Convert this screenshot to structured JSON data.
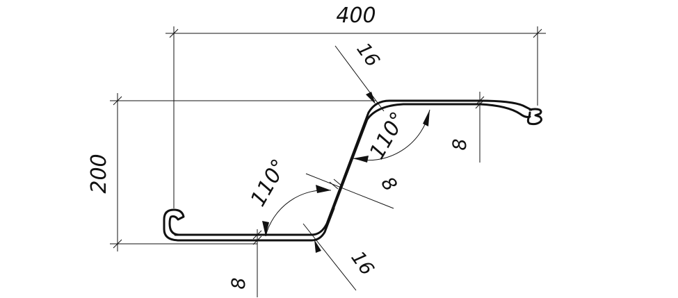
{
  "dimensions": {
    "overall_width": "400",
    "height": "200",
    "angle_lower": "110°",
    "angle_upper": "110°",
    "radius_top": "16",
    "radius_bottom": "16",
    "thickness_web": "8",
    "thickness_right": "8",
    "thickness_bottom": "8"
  }
}
